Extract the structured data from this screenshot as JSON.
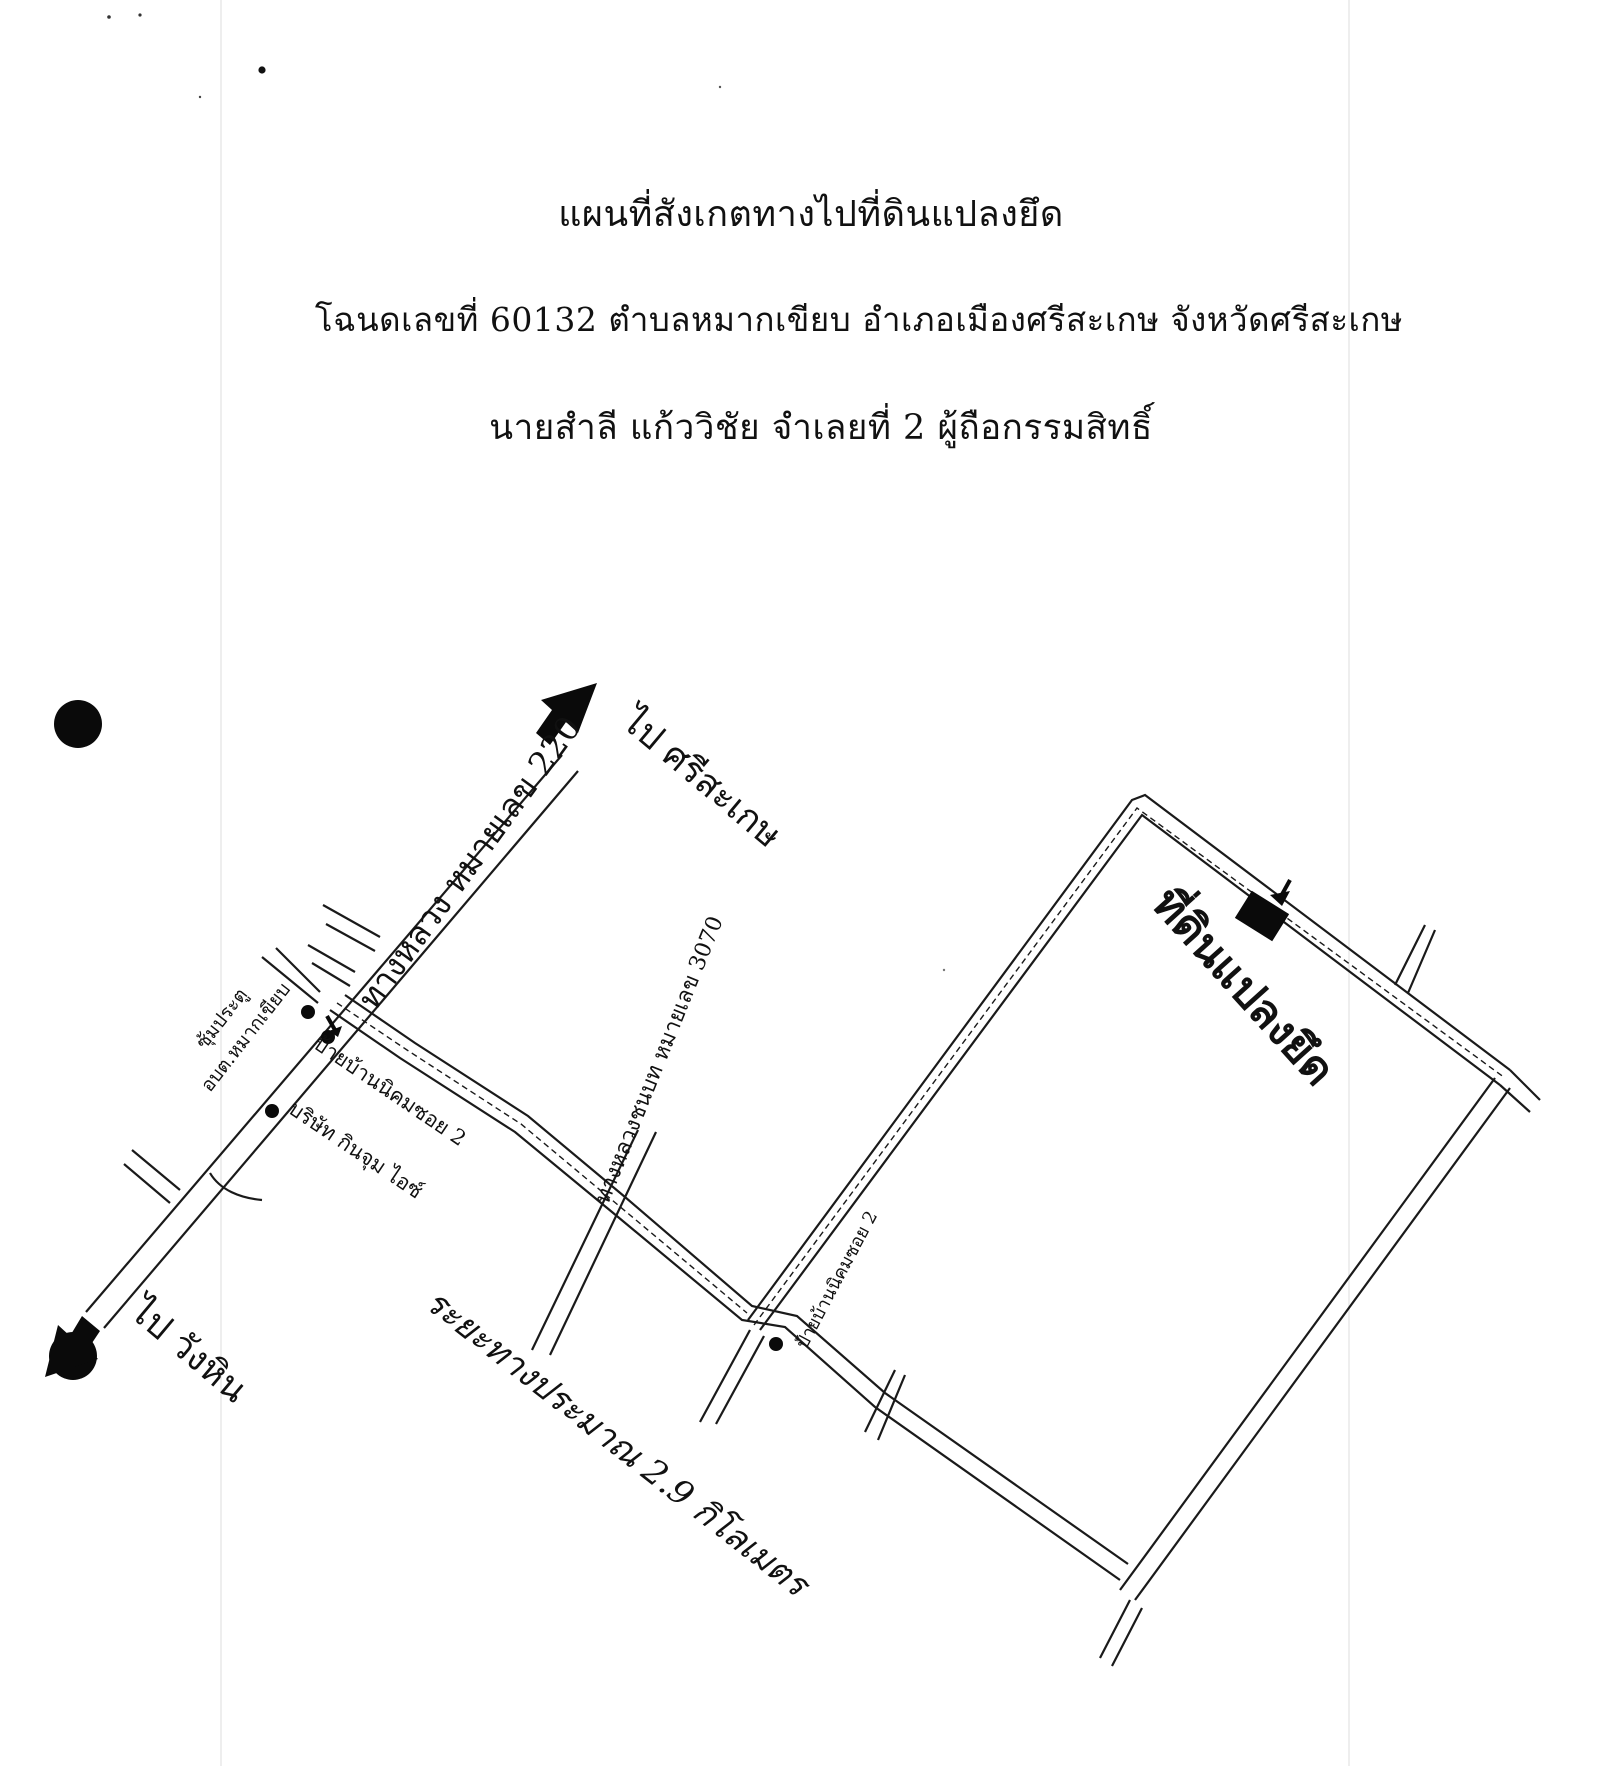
{
  "header": {
    "title": "แผนที่สังเกตทางไปที่ดินแปลงยึด",
    "deed_line": "โฉนดเลขที่ 60132 ตำบลหมากเขียบ อำเภอเมืองศรีสะเกษ จังหวัดศรีสะเกษ",
    "owner_line": "นายสำลี แก้ววิชัย จำเลยที่ 2 ผู้ถือกรรมสิทธิ์"
  },
  "map": {
    "to_sisaket": "ไป ศรีสะเกษ",
    "to_wang_hin": "ไป วังหิน",
    "highway_label": "ทางหลวง หมายเลข 220",
    "rural_road_label": "ทางหลวงชนบท หมายเลข 3070",
    "tambon_office_1": "ซุ้มประตู",
    "tambon_office_2": "อบต.หมากเขียบ",
    "nikhom_sign": "ป้ายบ้านนิคมซอย 2",
    "company": "บริษัท กินจุม ไอซ์",
    "nikhom_sign_2": "ป้ายบ้านนิคมซอย 2",
    "distance": "ระยะทางประมาณ 2.9 กิโลเมตร",
    "seized_land": "ที่ดินแปลงยึด"
  }
}
